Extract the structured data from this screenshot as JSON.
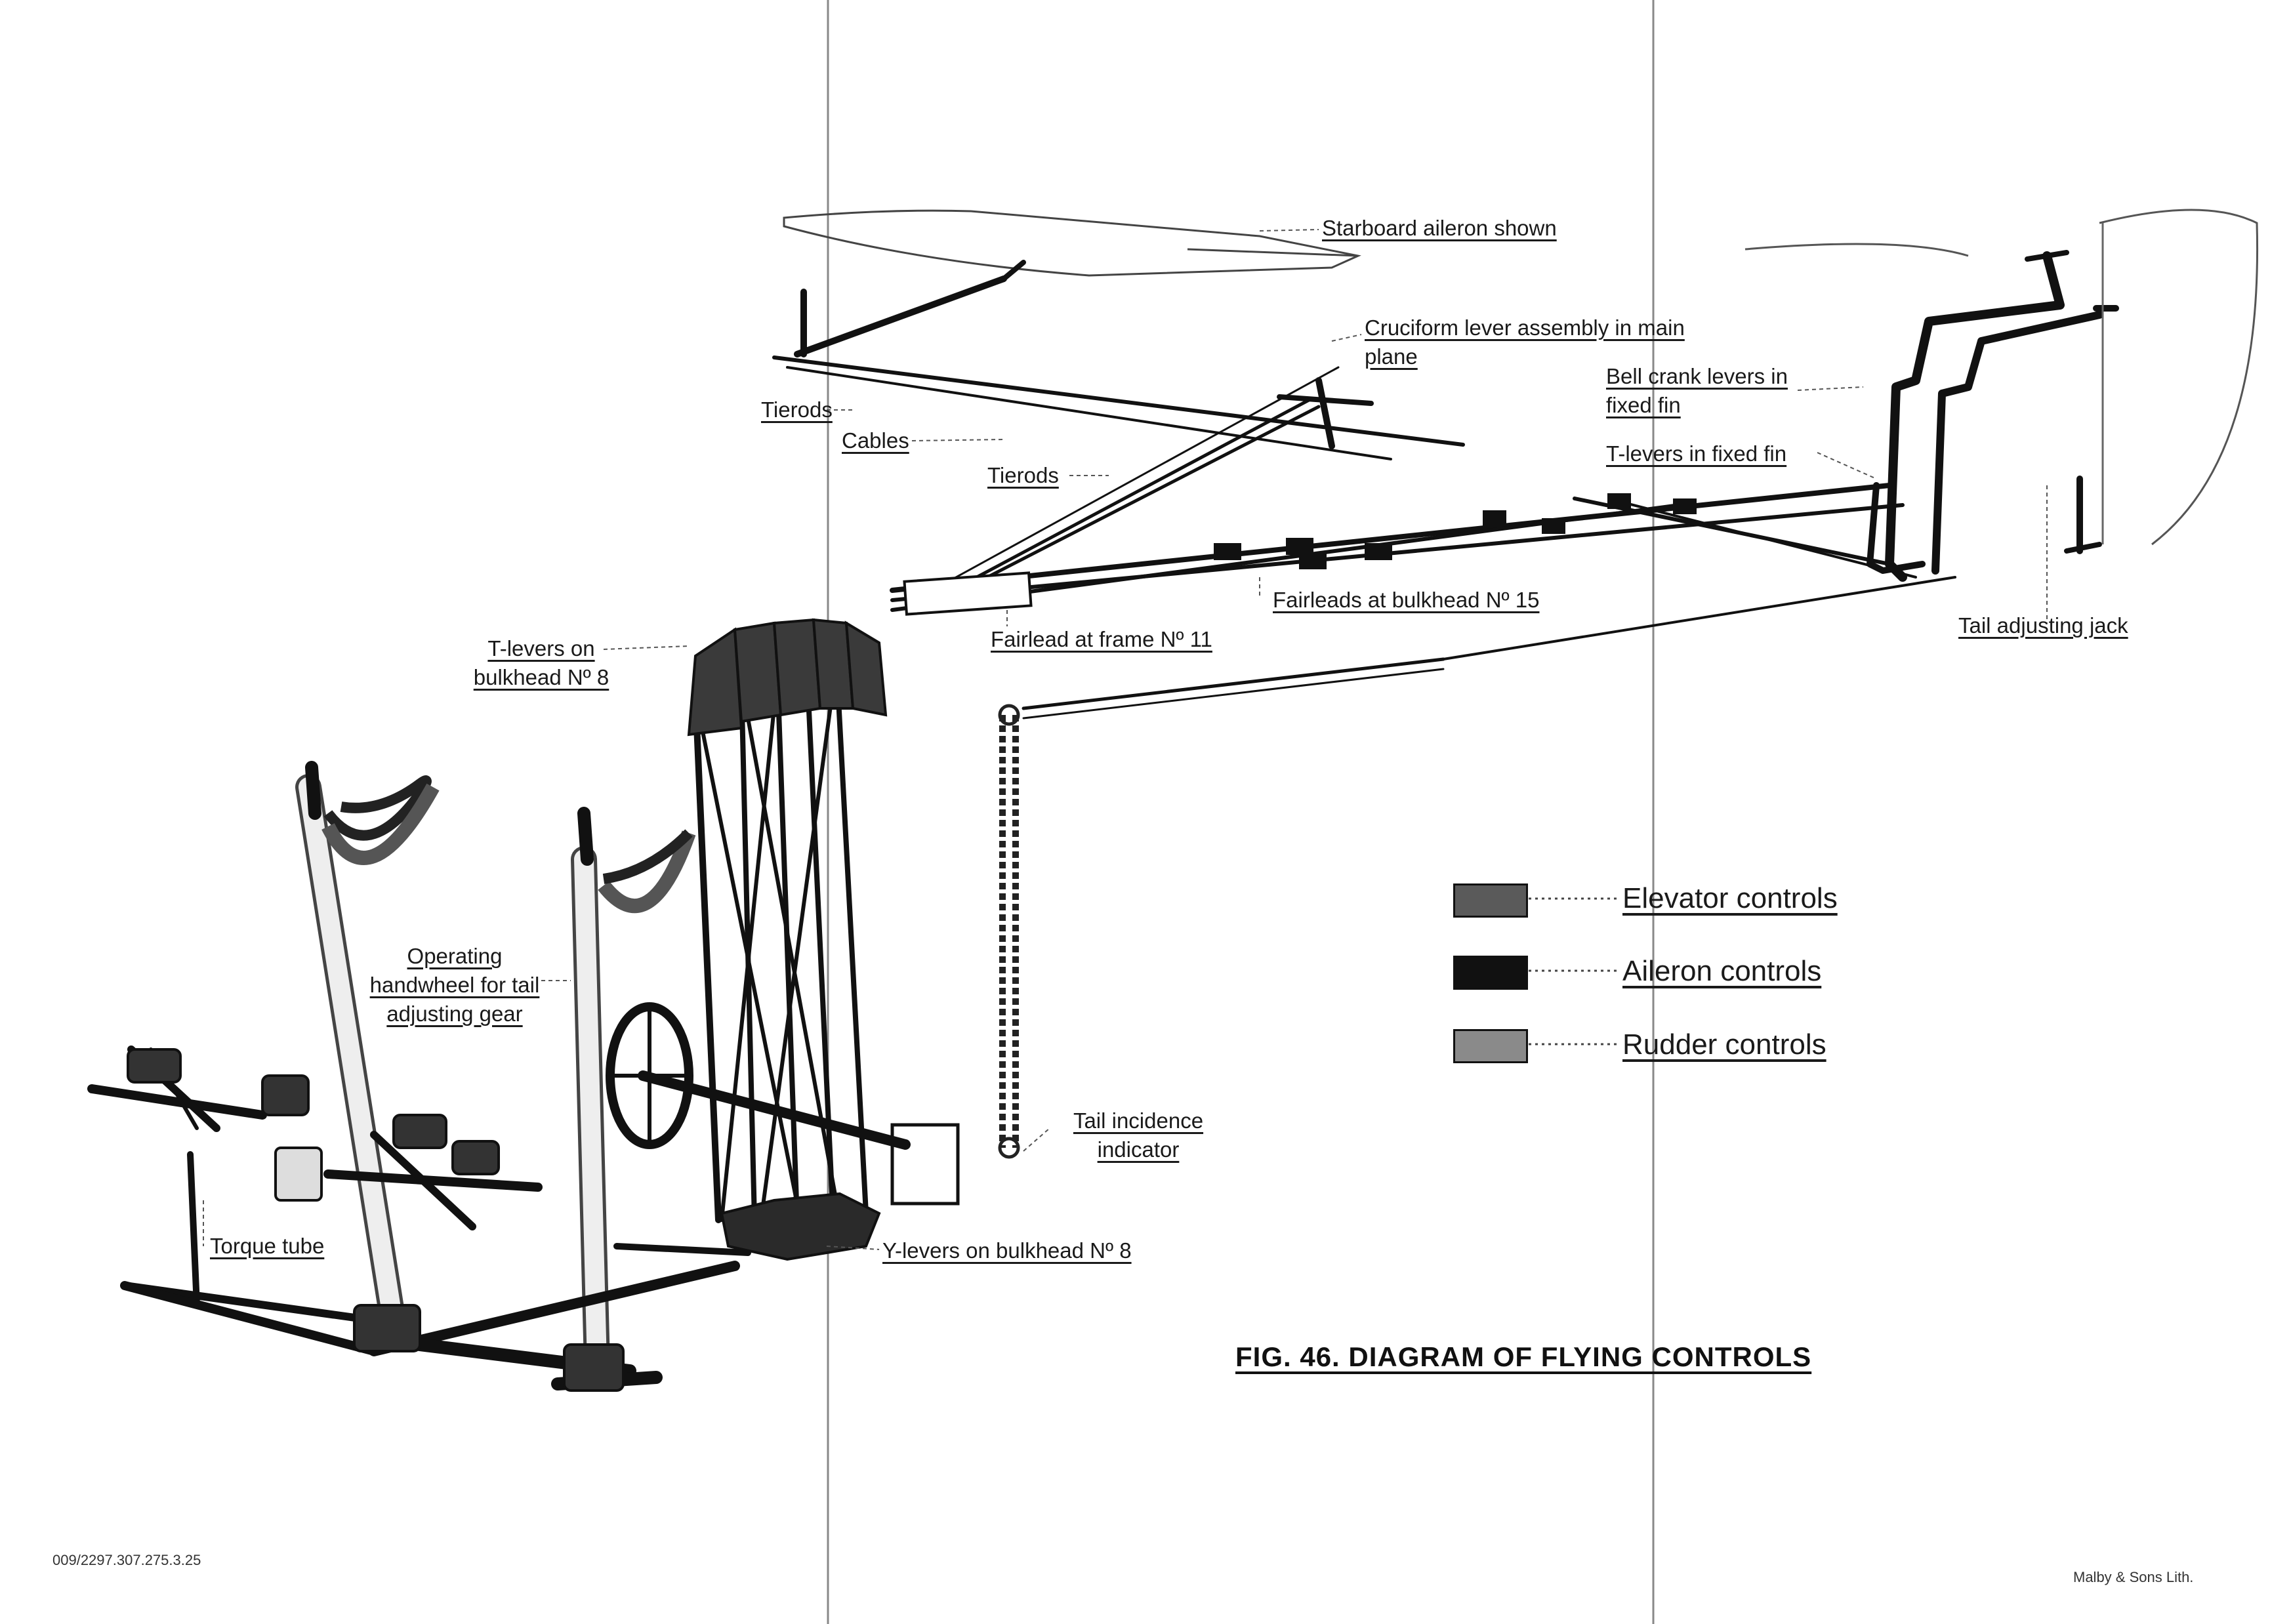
{
  "labels": {
    "starboard_aileron": "Starboard aileron shown",
    "cruciform": "Cruciform lever assembly in main plane",
    "bell_crank": "Bell crank levers in fixed fin",
    "t_levers_fin": "T-levers in fixed fin",
    "tierods_1": "Tierods",
    "cables": "Cables",
    "tierods_2": "Tierods",
    "fairleads_15": "Fairleads at bulkhead Nº 15",
    "fairlead_11": "Fairlead at frame Nº 11",
    "tail_jack": "Tail adjusting jack",
    "t_levers_8": "T-levers on bulkhead Nº 8",
    "handwheel": "Operating handwheel for tail adjusting gear",
    "tail_incidence": "Tail incidence indicator",
    "torque_tube": "Torque tube",
    "y_levers": "Y-levers on bulkhead Nº 8"
  },
  "legend": {
    "items": [
      {
        "label": "Elevator controls",
        "color": "#5a5a5a"
      },
      {
        "label": "Aileron controls",
        "color": "#111111"
      },
      {
        "label": "Rudder controls",
        "color": "#8a8a8a"
      }
    ]
  },
  "title": "FIG. 46. DIAGRAM OF FLYING CONTROLS",
  "footer": {
    "left_code": "009/2297.307.275.3.25",
    "right_credit": "Malby & Sons Lith."
  }
}
